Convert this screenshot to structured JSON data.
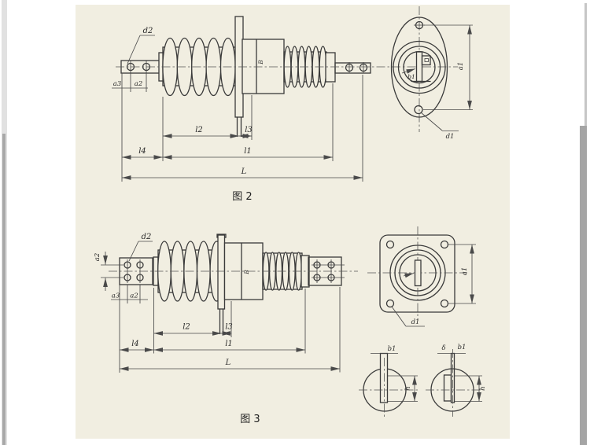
{
  "page": {
    "paper_color": "#f1eee1",
    "ink_color": "#3a3a3a"
  },
  "fig2": {
    "caption": "图 2",
    "side_view": {
      "hole_dia_label": "d2",
      "dim_a3": "a3",
      "dim_a2": "a2",
      "body_width_label": "B",
      "dim_l2": "l2",
      "dim_l3": "l3",
      "dim_l4": "l4",
      "dim_l1": "l1",
      "dim_total_length": "L"
    },
    "end_view": {
      "dim_a1": "a1",
      "dim_b1": "b1",
      "hole_dia_label": "d1"
    }
  },
  "fig3": {
    "caption": "图 3",
    "side_view": {
      "hole_dia_label": "d2",
      "dim_hole_row_spacing": "a2",
      "dim_a3": "a3",
      "dim_a2": "a2",
      "body_width_label": "B",
      "dim_l2": "l2",
      "dim_l3": "l3",
      "dim_l4": "l4",
      "dim_l1": "l1",
      "dim_total_length": "L"
    },
    "end_view": {
      "dim_a1": "a1",
      "hole_dia_label": "d1"
    },
    "detail_left": {
      "dim_b1": "b1",
      "dim_h": "h"
    },
    "detail_right": {
      "dim_thickness": "δ",
      "dim_b1": "b1",
      "dim_h": "h"
    }
  }
}
